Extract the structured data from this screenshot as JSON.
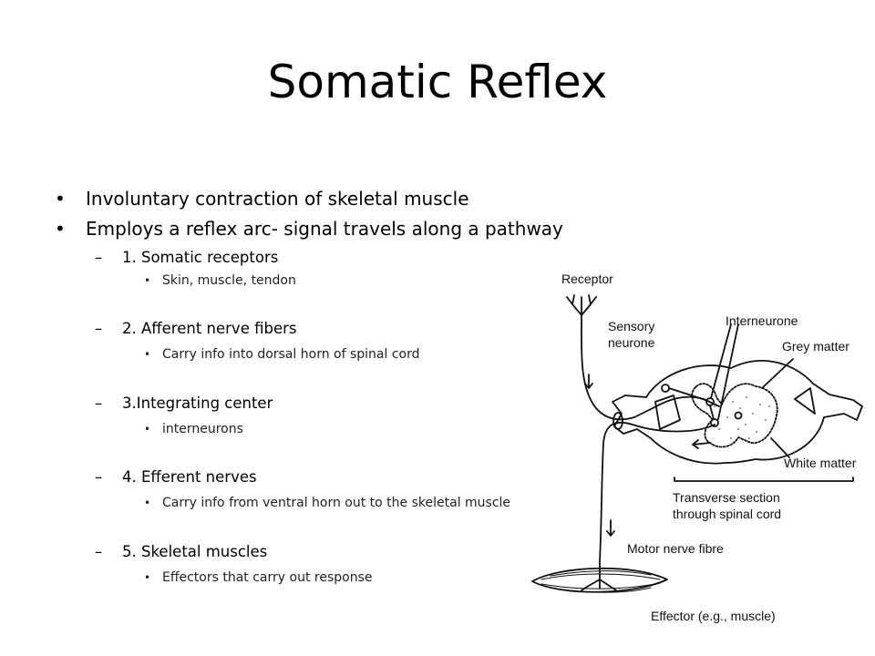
{
  "title": "Somatic Reflex",
  "bullets": [
    "Involuntary contraction of skeletal muscle",
    "Employs a reflex arc- signal travels along a pathway"
  ],
  "steps": [
    {
      "label": "1. Somatic receptors",
      "detail": "Skin, muscle, tendon"
    },
    {
      "label": "2. Afferent nerve fibers",
      "detail": "Carry info into dorsal horn of spinal cord"
    },
    {
      "label": "3.Integrating center",
      "detail": "interneurons"
    },
    {
      "label": "4. Efferent nerves",
      "detail": "Carry info from ventral horn out to the skeletal muscle"
    },
    {
      "label": "5. Skeletal muscles",
      "detail": "Effectors that carry out response"
    }
  ],
  "diagram": {
    "receptor": "Receptor",
    "sensory_neurone_1": "Sensory",
    "sensory_neurone_2": "neurone",
    "interneurone": "Interneurone",
    "grey_matter": "Grey matter",
    "white_matter": "White matter",
    "transverse_1": "Transverse section",
    "transverse_2": "through spinal cord",
    "motor_nerve": "Motor nerve fibre",
    "effector": "Effector (e.g., muscle)"
  }
}
